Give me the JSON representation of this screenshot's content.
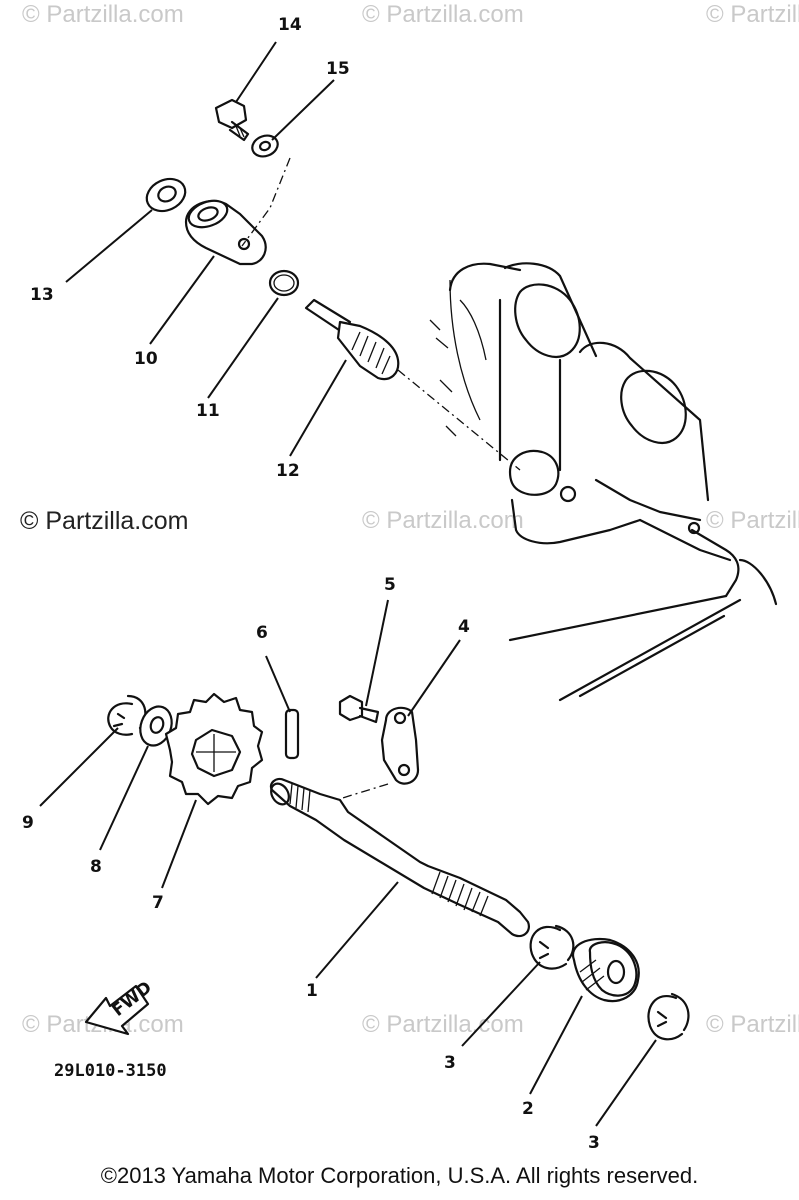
{
  "watermark": "© Partzilla.com",
  "copyright_main": "© Partzilla.com",
  "footer": "©2013 Yamaha Motor Corporation, U.S.A. All rights reserved.",
  "part_code": "29L010-3150",
  "fwd_label": "FWD",
  "callouts": {
    "c1": "1",
    "c2": "2",
    "c3a": "3",
    "c3b": "3",
    "c4": "4",
    "c5": "5",
    "c6": "6",
    "c7": "7",
    "c8": "8",
    "c9": "9",
    "c10": "10",
    "c11": "11",
    "c12": "12",
    "c13": "13",
    "c14": "14",
    "c15": "15"
  }
}
